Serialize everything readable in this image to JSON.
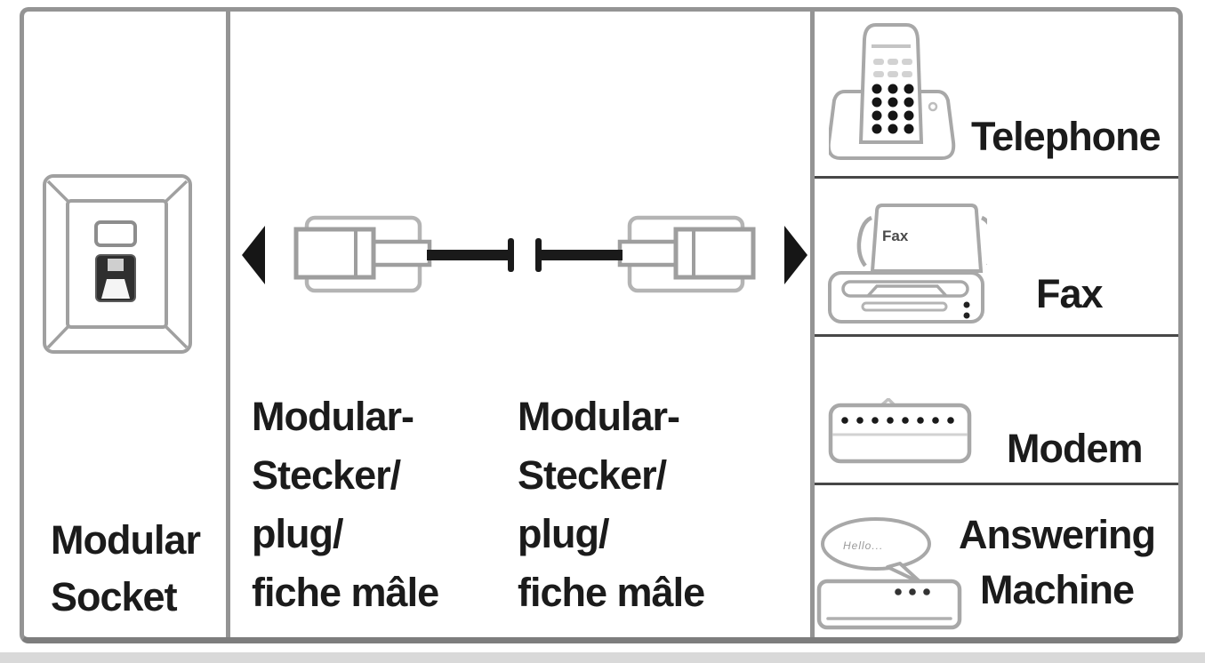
{
  "diagram": {
    "title_semantics": "Modular telephone cable connection diagram",
    "left_panel": {
      "label": "Modular\nSocket"
    },
    "middle_panel": {
      "plug_label_left": "Modular-\nStecker/\nplug/\nfiche mâle",
      "plug_label_right": "Modular-\nStecker/\nplug/\nfiche mâle"
    },
    "right_panel": {
      "devices": [
        {
          "label": "Telephone"
        },
        {
          "label": "Fax",
          "icon_text": "Fax"
        },
        {
          "label": "Modem"
        },
        {
          "label": "Answering\nMachine",
          "icon_text": "Hello..."
        }
      ]
    },
    "colors": {
      "frame_border": "#949494",
      "row_divider": "#474747",
      "icon_stroke": "#a8a8a8",
      "ink": "#1b1b1b",
      "background": "#ffffff"
    }
  }
}
